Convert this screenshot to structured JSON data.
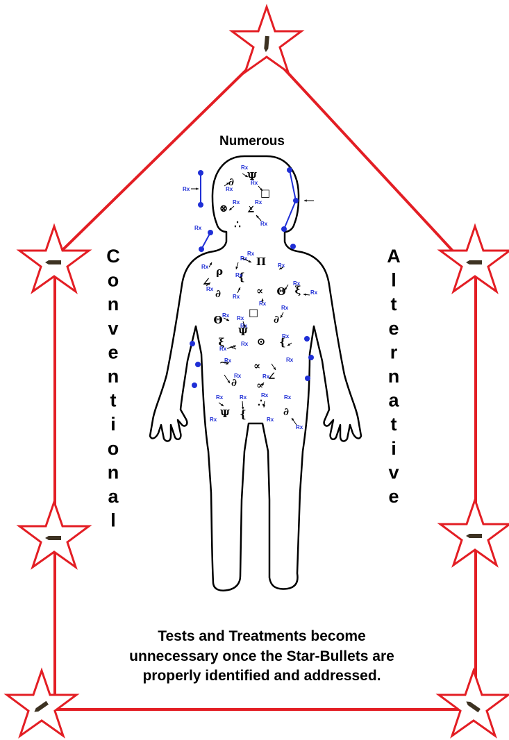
{
  "title": "Numerous",
  "left_label": "Conventional",
  "right_label": "Alternative",
  "caption_lines": [
    "Tests and Treatments become",
    "unnecessary once the Star-Bullets are",
    "properly identified and addressed."
  ],
  "rx_label": "Rx",
  "colors": {
    "frame": "#e31e24",
    "rx": "#1f2fd6",
    "text": "#000000"
  },
  "icons": [
    "star-icon",
    "bullet-icon",
    "human-body-outline"
  ],
  "symbols": [
    "∂",
    "Ψ",
    "□",
    "⊗",
    "∠",
    "∴",
    "Π",
    "ρ",
    "{",
    "∝",
    "Θ",
    "ξ",
    "⊙",
    "∼"
  ]
}
